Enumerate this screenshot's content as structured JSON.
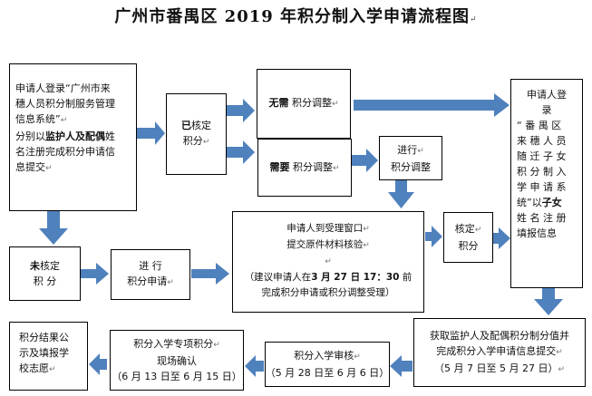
{
  "title": "广州市番禺区 2019 年积分制入学申请流程图",
  "pilcrow": "↵",
  "colors": {
    "arrow": "#4f81bd",
    "border": "#000000"
  },
  "boxes": {
    "login_system": {
      "l1": "申请人登录“广州市来",
      "l2": "穗人员积分制服务管理",
      "l3": "信息系统”",
      "l4a": "分别以",
      "l4b": "监护人及配偶",
      "l4c": "姓",
      "l5": "名注册完成积分申请信",
      "l6": "息提交"
    },
    "verified": {
      "l1a": "已",
      "l1b": "核定",
      "l2": "积分"
    },
    "no_need": {
      "bold": "无需",
      "rest": " 积分调整"
    },
    "need": {
      "bold": "需要",
      "rest": " 积分调整"
    },
    "do_adjust": {
      "l1": "进行",
      "l2": "积分调整"
    },
    "login_child": {
      "l1": "申请人登",
      "l2": "录",
      "l3": "“ 番 禺 区",
      "l4": "来 穗 人 员",
      "l5": "随 迁 子 女",
      "l6": "积 分 制 入",
      "l7": "学 申 请 系",
      "l8a": "统”以",
      "l8b": "子女",
      "l9": "姓 名 注 册",
      "l10": "填报信息"
    },
    "unverified": {
      "l1a": "未",
      "l1b": "核定",
      "l2": "积  分"
    },
    "apply_points": {
      "l1": "进  行",
      "l2": "积分申请"
    },
    "window_check": {
      "l1": "申请人到受理窗口",
      "l2": "提交原件材料核验",
      "l3a": "（建议申请人在",
      "l3b": "3 月 27 日 17：30",
      "l3c": " 前",
      "l4": "完成积分申请或积分调整受理）"
    },
    "determine": {
      "l1": "核定",
      "l2": "积分"
    },
    "get_points": {
      "l1": "获取监护人及配偶积分制分值并",
      "l2": "完成积分入学申请信息提交",
      "l3": "（5 月 7 日至 5 月 27 日）"
    },
    "review": {
      "l1": "积分入学审核",
      "l2": "（5 月 28 日至 6 月 6 日）"
    },
    "confirm": {
      "l1": "积分入学专项积分",
      "l2": "现场确认",
      "l3": "（6 月 13 日至 6 月 15 日）"
    },
    "publish": {
      "l1": "积分结果公",
      "l2": "示及填报学",
      "l3": "校志愿"
    }
  }
}
